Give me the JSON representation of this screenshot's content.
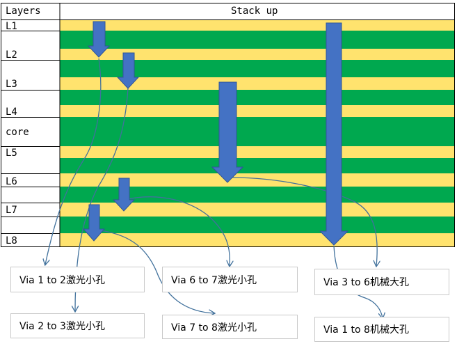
{
  "header": {
    "layers": "Layers",
    "stackup": "Stack up"
  },
  "layers": [
    "L1",
    "L2",
    "L3",
    "L4",
    "core",
    "L5",
    "L6",
    "L7",
    "L8"
  ],
  "colors": {
    "copper": "#ffe36e",
    "dielectric": "#00a84f",
    "arrow": "#4472c4",
    "arrow_edge": "#2f5597",
    "leader": "#41719c"
  },
  "vias": {
    "v12": "Via 1 to 2激光小孔",
    "v23": "Via 2 to 3激光小孔",
    "v67": "Via 6 to 7激光小孔",
    "v78": "Via 7 to 8激光小孔",
    "v36": "Via 3 to 6机械大孔",
    "v18": "Via 1 to 8机械大孔"
  }
}
